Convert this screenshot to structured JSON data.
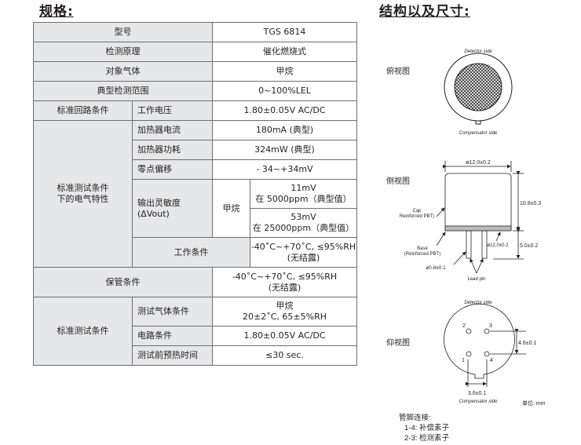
{
  "spec_title": "规格:",
  "struct_title": "结构以及尺寸:",
  "table": {
    "model_label": "型号",
    "model_value": "TGS 6814",
    "principle_label": "检测原理",
    "principle_value": "催化燃烧式",
    "gas_label": "对象气体",
    "gas_value": "甲烷",
    "range_label": "典型检测范围",
    "range_value": "0~100%LEL",
    "circuit_label": "标准回路条件",
    "voltage_label": "工作电压",
    "voltage_value": "1.80±0.05V AC/DC",
    "elec_label_1": "标准测试条件",
    "elec_label_2": "下的电气特性",
    "heater_current_label": "加热器电流",
    "heater_current_value": "180mA (典型)",
    "heater_power_label": "加热器功耗",
    "heater_power_value": "324mW (典型)",
    "zero_offset_label": "零点偏移",
    "zero_offset_value": "- 34~+34mV",
    "sensitivity_label_1": "输出灵敏度",
    "sensitivity_label_2": "(ΔVout)",
    "sensitivity_gas": "甲烷",
    "sens1_value": "11mV",
    "sens1_cond": "在 5000ppm（典型值）",
    "sens2_value": "53mV",
    "sens2_cond": "在 25000ppm（典型值）",
    "operating_label": "工作条件",
    "operating_value_1": "-40˚C~+70˚C, ≤95%RH",
    "operating_value_2": "(无结露)",
    "storage_label": "保管条件",
    "storage_value_1": "-40˚C~+70˚C, ≤95%RH",
    "storage_value_2": "(无结露)",
    "std_test_label": "标准测试条件",
    "test_gas_label": "测试气体条件",
    "test_gas_value_1": "甲烷",
    "test_gas_value_2": "20±2˚C, 65±5%RH",
    "circuit_cond_label": "电路条件",
    "circuit_cond_value": "1.80±0.05V AC/DC",
    "preheat_label": "测试前预热时间",
    "preheat_value": "≤30 sec."
  },
  "diagram": {
    "top_view": "俯视图",
    "side_view": "侧视图",
    "bottom_view": "仰视图",
    "detector_side": "Detector side",
    "compensator_side": "Compensator side",
    "diameter": "ø12.0±0.2",
    "height_cap": "10.8±0.3",
    "height_pin": "5.0±0.2",
    "base_diameter": "ø12.0±0.2",
    "cap_1": "Cap",
    "cap_2": "Reinforced PBT)",
    "base_1": "Base",
    "base_2": "(Reinforced PBT)",
    "pin_diameter": "ø0.8±0.1",
    "lead_pin": "Lead pin",
    "pin_1": "1",
    "pin_2": "2",
    "pin_3": "3",
    "pin_4": "4",
    "pin_spacing_v": "4.6±0.1",
    "pin_spacing_h": "3.6±0.1",
    "unit": "单位: mm",
    "pin_conn_title": "管脚连接:",
    "pin_conn_1": "1-4: 补偿素子",
    "pin_conn_2": "2-3: 检测素子"
  }
}
